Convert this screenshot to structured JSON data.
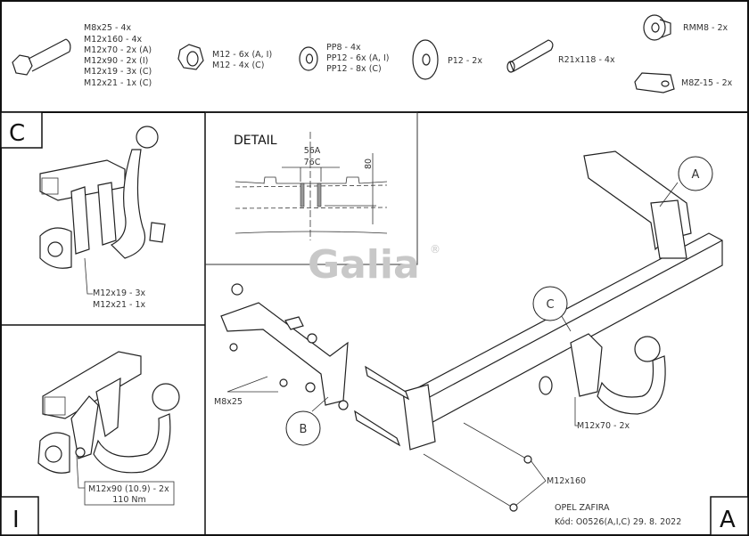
{
  "parts": {
    "bolt_list": [
      "M8x25 - 4x",
      "M12x160 - 4x",
      "M12x70 - 2x (A)",
      "M12x90 - 2x (I)",
      "M12x19 - 3x (C)",
      "M12x21 - 1x (C)"
    ],
    "nut_list": [
      "M12 - 6x (A, I)",
      "M12 - 4x (C)"
    ],
    "washer_list": [
      "PP8 - 4x",
      "PP12 - 6x (A, I)",
      "PP12 - 8x (C)"
    ],
    "plate_washer": "P12 - 2x",
    "spacer_tube": "R21x118 - 4x",
    "rivet_nut": "RMM8 - 2x",
    "cage_nut": "M8Z-15 - 2x"
  },
  "panel_c": {
    "letter": "C",
    "callout": [
      "M12x19 - 3x",
      "M12x21 - 1x"
    ]
  },
  "detail": {
    "title": "DETAIL",
    "dim_top": "56A",
    "dim_width": "76C",
    "dim_height": "80"
  },
  "panel_i": {
    "letter": "I",
    "callout": [
      "M12x90 (10.9) - 2x",
      "110 Nm"
    ]
  },
  "main": {
    "logo": "Galia",
    "registered": "®",
    "bubble_a": "A",
    "bubble_b": "B",
    "bubble_c": "C",
    "label_m8x25": "M8x25",
    "label_m12x70": "M12x70 - 2x",
    "label_m12x160": "M12x160",
    "vehicle": "OPEL ZAFIRA",
    "code_line": "Kód: O0526(A,I,C)  29. 8. 2022",
    "letter": "A"
  }
}
